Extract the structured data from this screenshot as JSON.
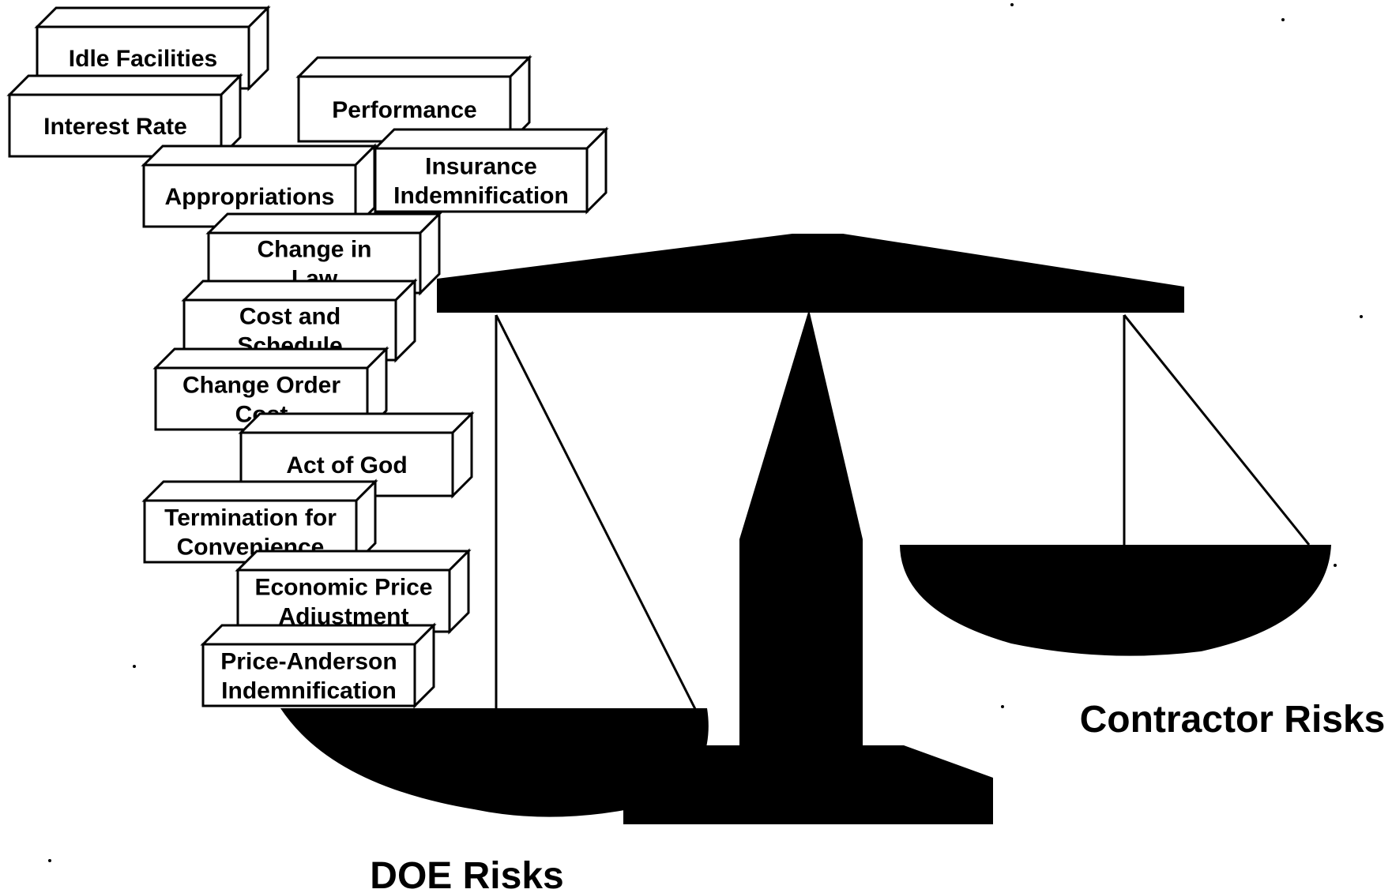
{
  "colors": {
    "ink": "#000000",
    "paper": "#ffffff"
  },
  "risk_blocks": [
    {
      "lines": [
        "Idle Facilities"
      ]
    },
    {
      "lines": [
        "Interest Rate"
      ]
    },
    {
      "lines": [
        "Performance"
      ]
    },
    {
      "lines": [
        "Appropriations"
      ]
    },
    {
      "lines": [
        "Insurance",
        "Indemnification"
      ]
    },
    {
      "lines": [
        "Change in",
        "Law"
      ]
    },
    {
      "lines": [
        "Cost and",
        "Schedule"
      ]
    },
    {
      "lines": [
        "Change Order",
        "Cost"
      ]
    },
    {
      "lines": [
        "Act of God"
      ]
    },
    {
      "lines": [
        "Termination for",
        "Convenience"
      ]
    },
    {
      "lines": [
        "Economic Price",
        "Adjustment"
      ]
    },
    {
      "lines": [
        "Price-Anderson",
        "Indemnification"
      ]
    }
  ],
  "labels": {
    "doe": "DOE Risks",
    "contractor": "Contractor Risks"
  }
}
